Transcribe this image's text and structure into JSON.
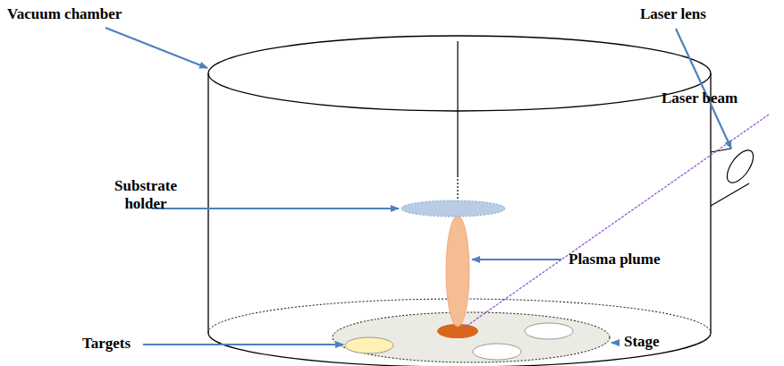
{
  "diagram": {
    "labels": [
      "Vacuum chamber",
      "Laser lens",
      "Laser beam",
      "Substrate holder",
      "Plasma plume",
      "Targets",
      "Stage"
    ]
  }
}
